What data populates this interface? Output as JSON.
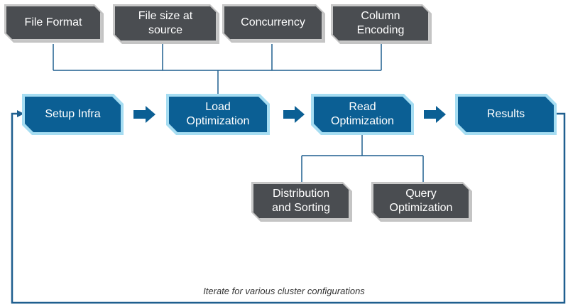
{
  "colors": {
    "stage_fill": "#0b5f94",
    "stage_border": "#a6ddf2",
    "factor_fill": "#4a4d51",
    "connector": "#1f5f8f",
    "arrow": "#0b5f94"
  },
  "load_factors": [
    {
      "label": "File Format"
    },
    {
      "label": "File size at\nsource"
    },
    {
      "label": "Concurrency"
    },
    {
      "label": "Column\nEncoding"
    }
  ],
  "stages": [
    {
      "label": "Setup Infra"
    },
    {
      "label": "Load\nOptimization"
    },
    {
      "label": "Read\nOptimization"
    },
    {
      "label": "Results"
    }
  ],
  "read_factors": [
    {
      "label": "Distribution\nand Sorting"
    },
    {
      "label": "Query\nOptimization"
    }
  ],
  "loop_caption": "Iterate for various cluster configurations"
}
